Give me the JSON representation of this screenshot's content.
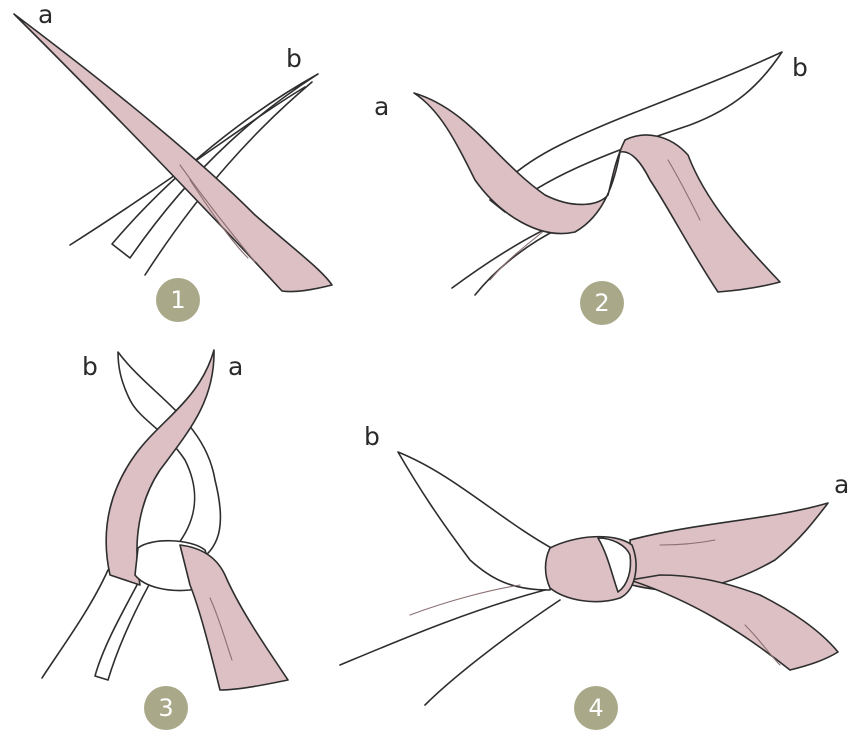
{
  "steps": [
    {
      "number": "1",
      "label_a": "a",
      "label_b": "b"
    },
    {
      "number": "2",
      "label_a": "a",
      "label_b": "b"
    },
    {
      "number": "3",
      "label_a": "a",
      "label_b": "b"
    },
    {
      "number": "4",
      "label_a": "a",
      "label_b": "b"
    }
  ],
  "colors": {
    "fabric_end_a": "#dcc0c4",
    "fabric_end_b": "#ffffff",
    "step_badge": "#a9a98a",
    "outline": "#2e2e2e"
  }
}
